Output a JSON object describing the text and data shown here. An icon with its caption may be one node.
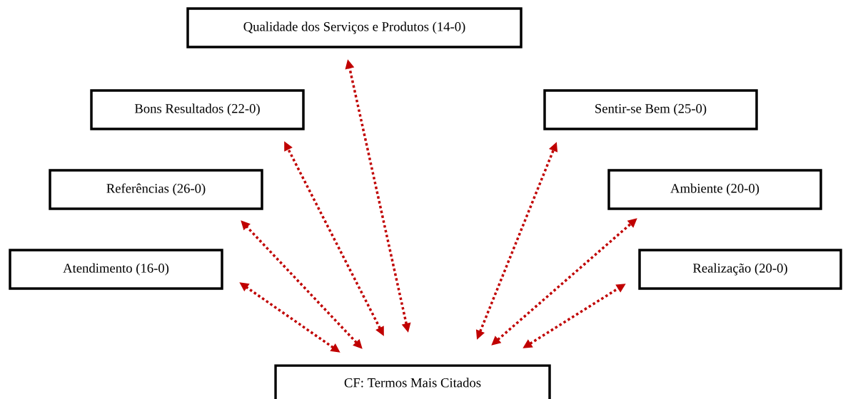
{
  "diagram": {
    "nodes": [
      {
        "text": [
          "Qualidade dos Serviços e Produtos (14-0)"
        ]
      },
      {
        "text": [
          "Bons Resultados (22-0)"
        ]
      },
      {
        "text": [
          "Sentir-se Bem (25-0)"
        ]
      },
      {
        "text": [
          "Referências (26-0)"
        ]
      },
      {
        "text": [
          "Ambiente (20-0)"
        ]
      },
      {
        "text": [
          "Atendimento (16-0)"
        ]
      },
      {
        "text": [
          "Realização (20-0)"
        ]
      },
      {
        "text": [
          "CF: Termos Mais Citados"
        ]
      }
    ],
    "edges": [
      {
        "from": 7,
        "to": 5,
        "arrow": "both",
        "style": "dashed",
        "color": "#c00000"
      },
      {
        "from": 7,
        "to": 3,
        "arrow": "both",
        "style": "dashed",
        "color": "#c00000"
      },
      {
        "from": 7,
        "to": 1,
        "arrow": "both",
        "style": "dashed",
        "color": "#c00000"
      },
      {
        "from": 7,
        "to": 0,
        "arrow": "both",
        "style": "dashed",
        "color": "#c00000"
      },
      {
        "from": 7,
        "to": 2,
        "arrow": "both",
        "style": "dashed",
        "color": "#c00000"
      },
      {
        "from": 7,
        "to": 4,
        "arrow": "both",
        "style": "dashed",
        "color": "#c00000"
      },
      {
        "from": 7,
        "to": 6,
        "arrow": "both",
        "style": "dashed",
        "color": "#c00000"
      }
    ]
  }
}
